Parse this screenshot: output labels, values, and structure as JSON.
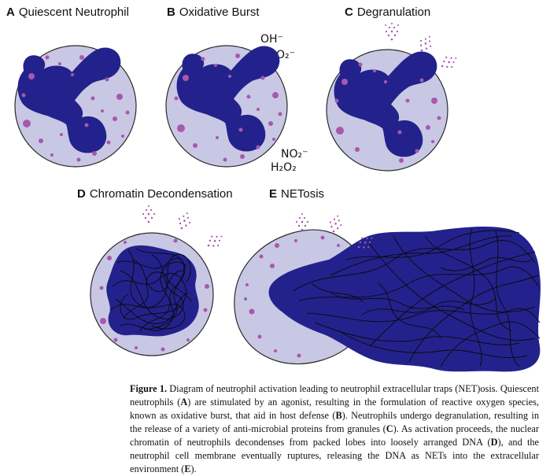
{
  "panels": {
    "a": {
      "letter": "A",
      "title": "Quiescent Neutrophil"
    },
    "b": {
      "letter": "B",
      "title": "Oxidative Burst"
    },
    "c": {
      "letter": "C",
      "title": "Degranulation"
    },
    "d": {
      "letter": "D",
      "title": "Chromatin Decondensation"
    },
    "e": {
      "letter": "E",
      "title": "NETosis"
    }
  },
  "chemicals": {
    "oh": "OH⁻",
    "o2": "O₂⁻",
    "no2": "NO₂⁻",
    "h2o2": "H₂O₂"
  },
  "caption": {
    "label": "Figure 1.",
    "t1": " Diagram of neutrophil activation leading to neutrophil extracellular traps (NET)osis. Quiescent neutrophils (",
    "a": "A",
    "t2": ") are stimulated by an agonist, resulting in the formulation of reactive oxygen species, known as oxidative burst, that aid in host defense (",
    "b": "B",
    "t3": "). Neutrophils undergo degranulation, resulting in the release of a variety of anti-microbial proteins from granules (",
    "c": "C",
    "t4": "). As activation proceeds, the nuclear chromatin of neutrophils decondenses from packed lobes into loosely arranged DNA (",
    "d": "D",
    "t5": "), and the neutrophil cell membrane eventually ruptures, releasing the DNA as NETs into the extracellular environment (",
    "e": "E",
    "t6": ")."
  },
  "colors": {
    "cytoplasm": "#c9c8e4",
    "cell_outline": "#2b2b2b",
    "nucleus": "#23228c",
    "granule": "#a659ae",
    "chromatin_fiber": "#0a0a14"
  }
}
